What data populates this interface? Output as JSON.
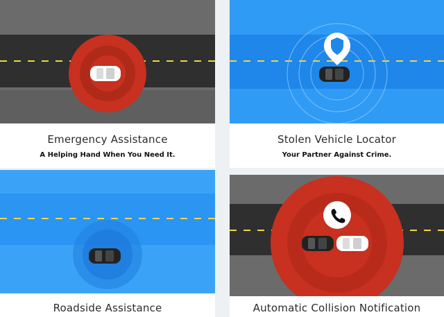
{
  "cards": [
    {
      "title": "Emergency Assistance",
      "subtitle": "A Helping Hand When You Need It."
    },
    {
      "title": "Stolen Vehicle Locator",
      "subtitle": "Your Partner Against Crime."
    },
    {
      "title": "Roadside Assistance",
      "subtitle": ""
    },
    {
      "title": "Automatic Collision Notification",
      "subtitle": ""
    }
  ],
  "colors": {
    "gray_bg": "#6b6b6b",
    "road": "#2f2f2f",
    "lane_line": "#f1d64a",
    "blue_bg": "#2f9bf5",
    "blue_road": "#1f87ea",
    "red": "#c8301f"
  },
  "icons": [
    "shield-pin-icon",
    "phone-icon",
    "car-icon"
  ]
}
